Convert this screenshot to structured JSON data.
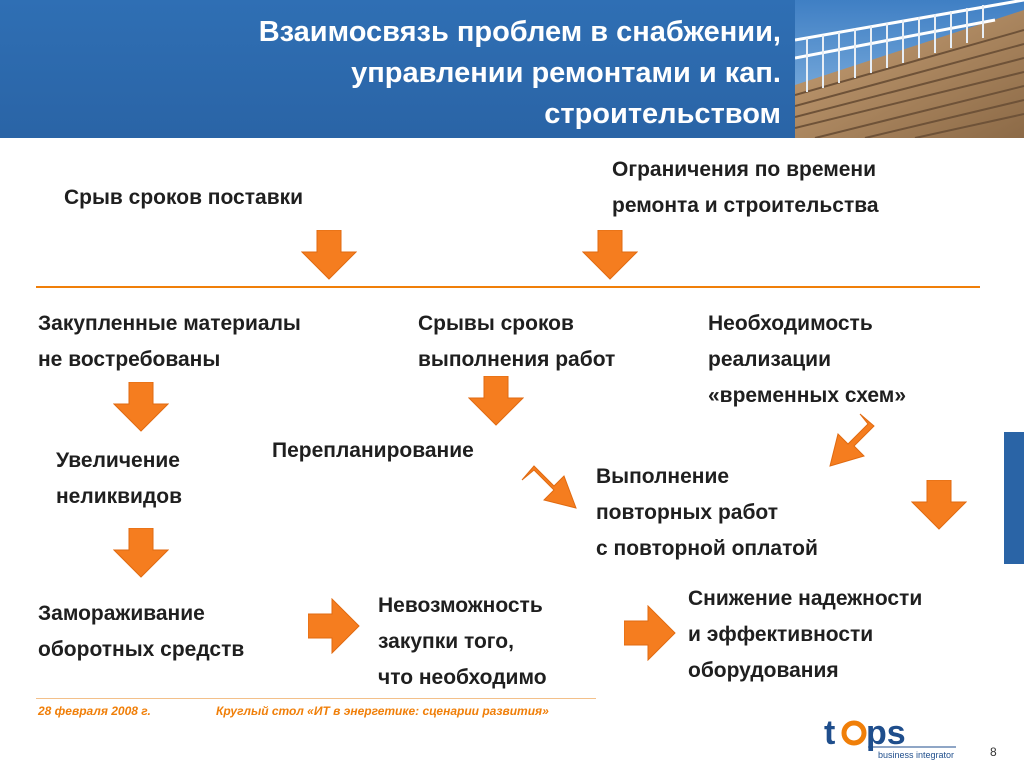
{
  "title": {
    "line1": "Взаимосвязь проблем в снабжении,",
    "line2": "управлении ремонтами и кап.",
    "line3": "строительством"
  },
  "diagram": {
    "top_left": "Срыв сроков поставки",
    "top_right_1": "Ограничения по времени",
    "top_right_2": "ремонта и строительства",
    "col1_row1_1": "Закупленные материалы",
    "col1_row1_2": "не востребованы",
    "col2_row1_1": "Срывы сроков",
    "col2_row1_2": "выполнения работ",
    "col3_row1_1": "Необходимость",
    "col3_row1_2": "реализации",
    "col3_row1_3": "«временных схем»",
    "col1_row2_1": "Увеличение",
    "col1_row2_2": "неликвидов",
    "col2_row2": "Перепланирование",
    "col3_row2_1": "Выполнение",
    "col3_row2_2": "повторных работ",
    "col3_row2_3": "с повторной оплатой",
    "col1_row3_1": "Замораживание",
    "col1_row3_2": "оборотных средств",
    "col2_row3_1": "Невозможность",
    "col2_row3_2": "закупки того,",
    "col2_row3_3": "что необходимо",
    "col3_row3_1": "Снижение надежности",
    "col3_row3_2": "и эффективности",
    "col3_row3_3": "оборудования"
  },
  "footer": {
    "date": "28 февраля 2008 г.",
    "event": "Круглый стол «ИТ в энергетике: сценарии развития»",
    "page": "8"
  },
  "logo": {
    "name": "tops",
    "tagline": "business integrator"
  },
  "colors": {
    "header_blue": "#2f6fb4",
    "accent_orange": "#f07f09",
    "text": "#1f1f1f"
  },
  "icons": [
    "arrow-down-icon",
    "arrow-right-icon",
    "arrow-diagonal-icon"
  ]
}
